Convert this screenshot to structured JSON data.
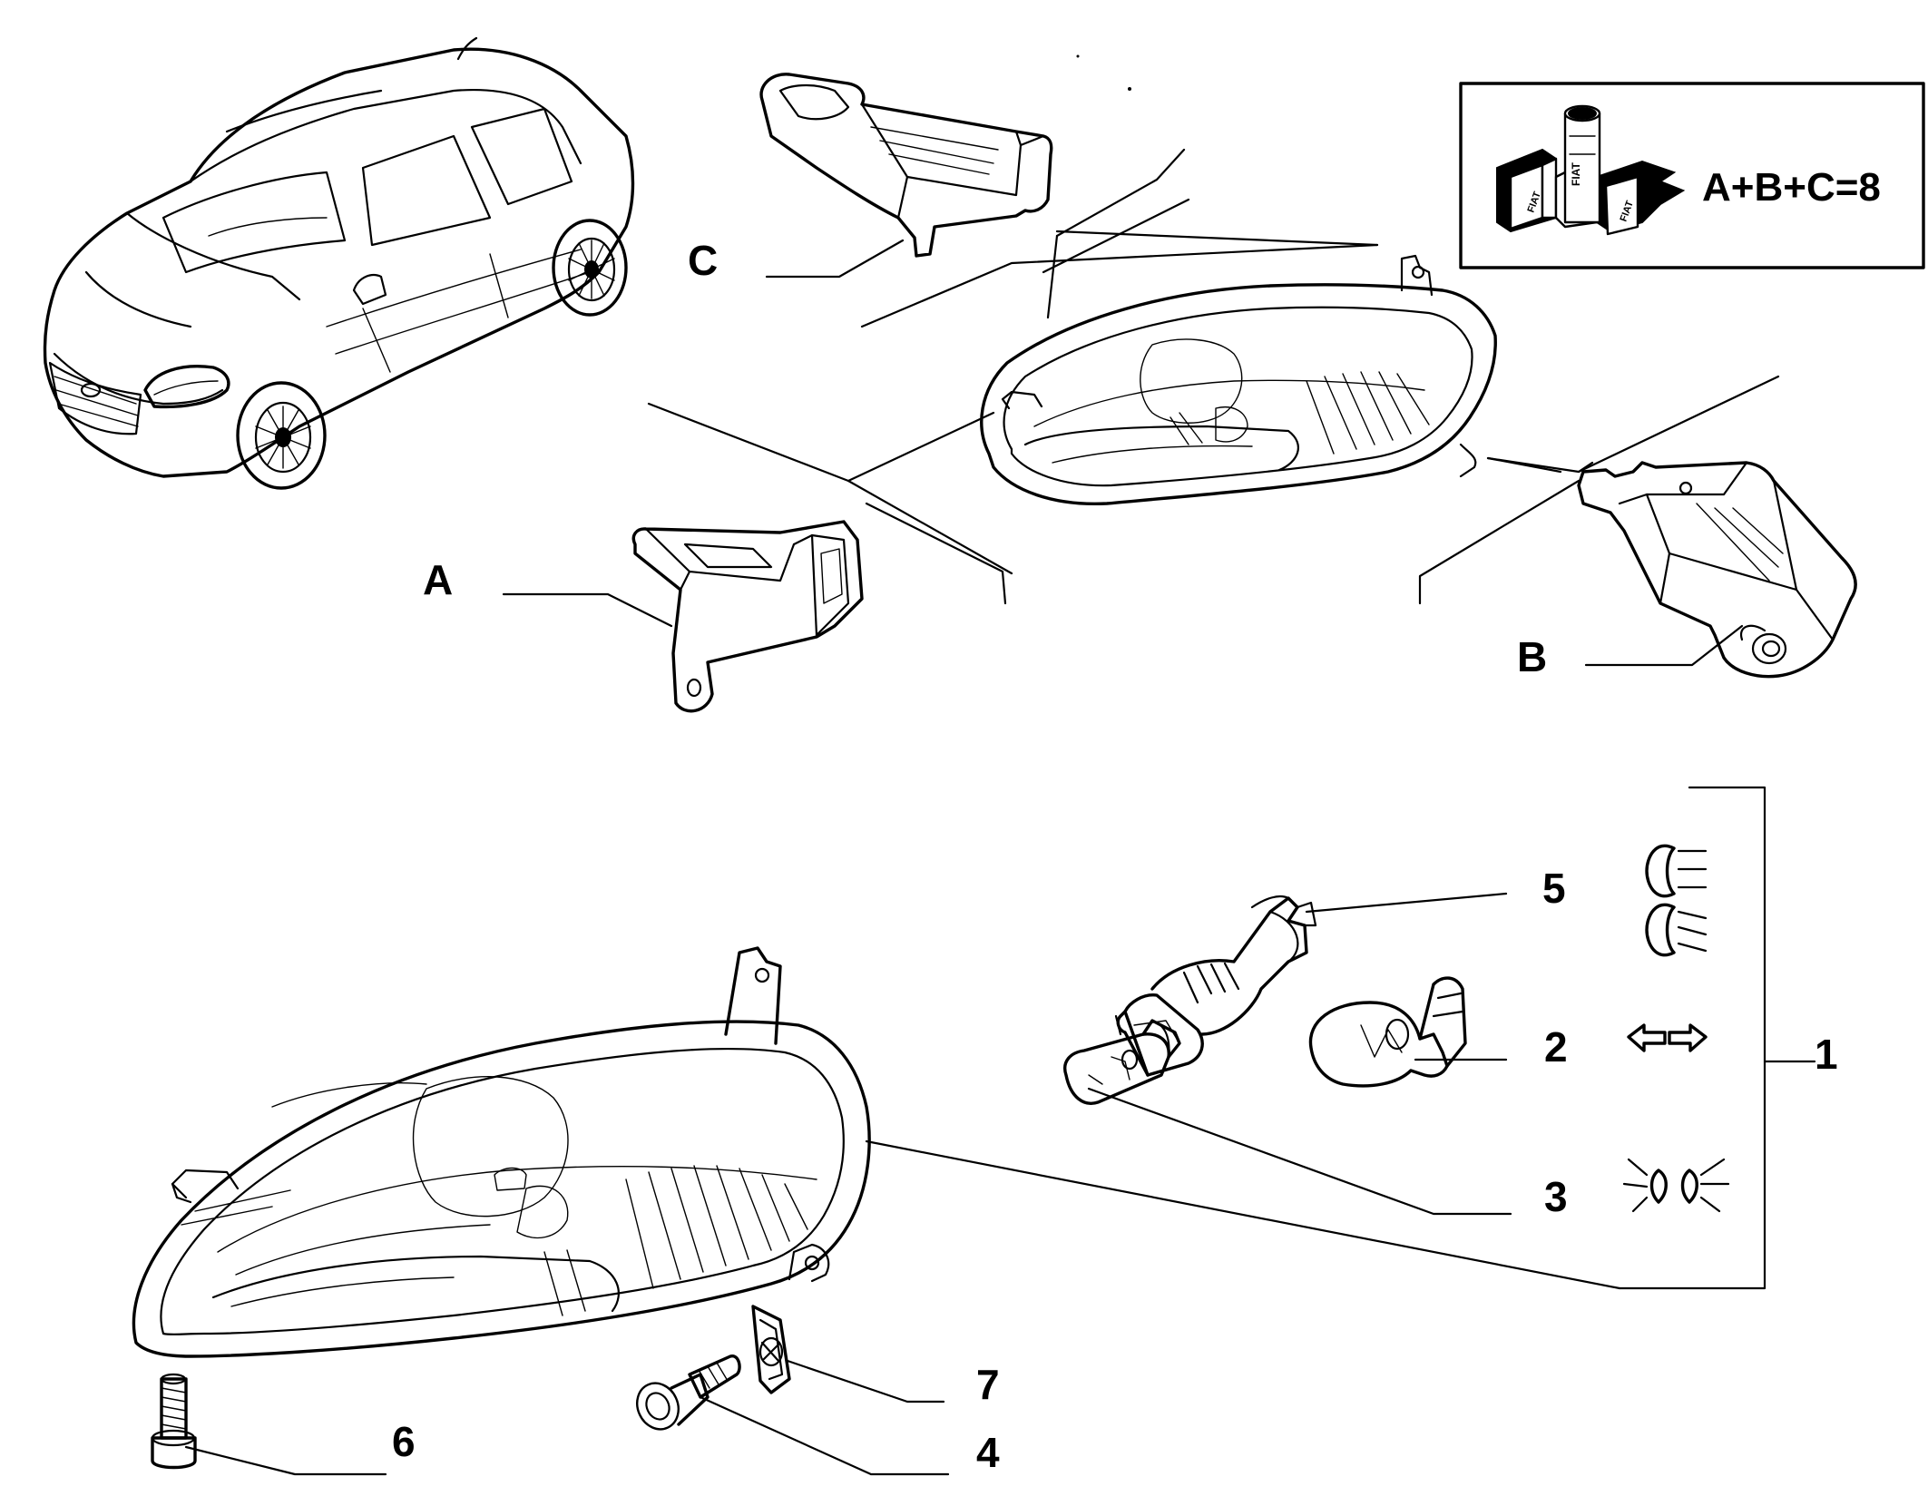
{
  "callouts": {
    "a": "A",
    "b": "B",
    "c": "C",
    "one": "1",
    "two": "2",
    "three": "3",
    "four": "4",
    "five": "5",
    "six": "6",
    "seven": "7"
  },
  "kit": {
    "formula": "A+B+C=8",
    "box_brand": "FIAT"
  }
}
